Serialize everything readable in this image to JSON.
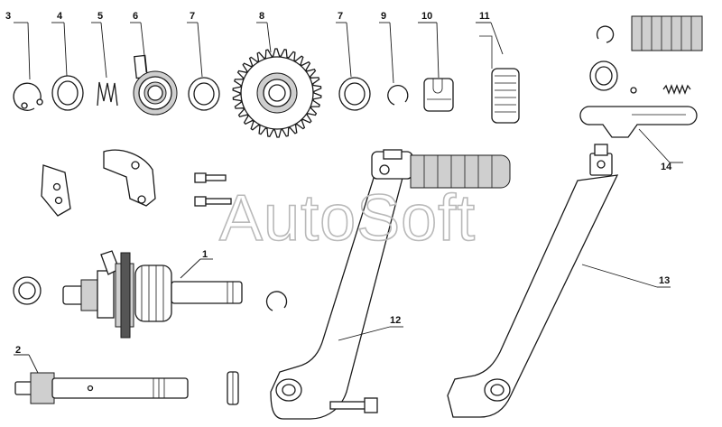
{
  "watermark": "AutoSoft",
  "callouts": {
    "c1": "1",
    "c2": "2",
    "c3": "3",
    "c4": "4",
    "c5": "5",
    "c6": "6",
    "c7a": "7",
    "c7b": "7",
    "c8": "8",
    "c9": "9",
    "c10": "10",
    "c11": "11",
    "c12": "12",
    "c13": "13",
    "c14": "14"
  }
}
